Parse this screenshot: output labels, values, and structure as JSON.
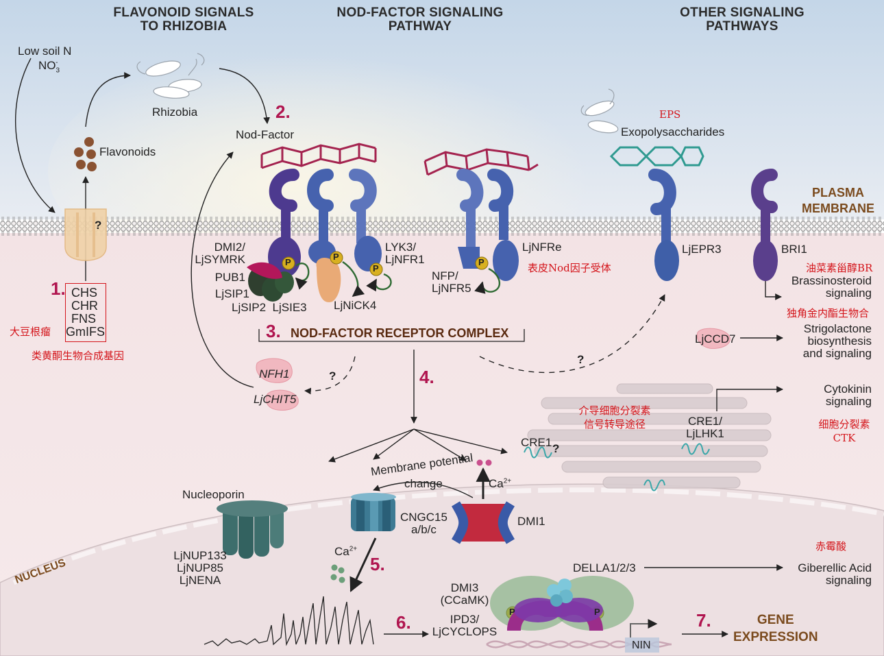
{
  "headers": {
    "flavonoid": "FLAVONOID SIGNALS\nTO RHIZOBIA",
    "nod_factor": "NOD-FACTOR SIGNALING\nPATHWAY",
    "other": "OTHER SIGNALING\nPATHWAYS"
  },
  "labels": {
    "low_soil_n": "Low soil N",
    "no3": "NO",
    "no3_sub": "3",
    "no3_sup": "-",
    "rhizobia": "Rhizobia",
    "flavonoids": "Flavonoids",
    "nod_factor": "Nod-Factor",
    "eps_zh": "EPS",
    "exopolysaccharides": "Exopolysaccharides",
    "plasma_membrane": "PLASMA\nMEMBRANE",
    "dmi2": "DMI2/\nLjSYMRK",
    "pub1": "PUB1",
    "ljsip1": "LjSIP1",
    "ljsip2_sie3": "LjSIP2  LjSIE3",
    "lyk3": "LYK3/\nLjNFR1",
    "ljnick4": "LjNiCK4",
    "nfp": "NFP/\nLjNFR5",
    "ljnfre": "LjNFRe",
    "nod_receptor_zh": "表皮Nod因子受体",
    "ljepr3": "LjEPR3",
    "bri1": "BRI1",
    "br_zh": "油菜素甾醇BR",
    "brassinosteroid": "Brassinosteroid\nsignaling",
    "strigolactone_zh": "独角金内酯生物合",
    "ljccd7": "LjCCD7",
    "strigolactone": "Strigolactone\nbiosynthesis\nand signaling",
    "soybean_zh": "大豆根瘤",
    "flavonoid_genes_zh": "类黄酮生物合成基因",
    "nod_receptor_complex": "NOD-FACTOR RECEPTOR COMPLEX",
    "nfh1": "NFH1",
    "ljchit5": "LjCHIT5",
    "cytokinin": "Cytokinin\nsignaling",
    "cytokinin_path_zh": "介导细胞分裂素\n信号转导途径",
    "cre1_ljlhk1": "CRE1/\nLjLHK1",
    "ctk_zh": "细胞分裂素\nCTK",
    "cre1": "CRE1",
    "membrane_potential": "Membrane potential",
    "change": "change",
    "ca": "Ca",
    "ca_sup": "2+",
    "nucleoporin": "Nucleoporin",
    "cngc15": "CNGC15\na/b/c",
    "dmi1": "DMI1",
    "ljnup": "LjNUP133\nLjNUP85\nLjNENA",
    "nucleus": "NUCLEUS",
    "ga_zh": "赤霉酸",
    "della": "DELLA1/2/3",
    "gibberellic": "Giberellic Acid\nsignaling",
    "dmi3": "DMI3\n(CCaMK)",
    "ipd3": "IPD3/\nLjCYCLOPS",
    "nin": "NIN",
    "gene_expression": "GENE\nEXPRESSION",
    "phospho": "P",
    "question": "?"
  },
  "flavonoid_genes": [
    "CHS",
    "CHR",
    "FNS",
    "GmIFS"
  ],
  "steps": [
    "1.",
    "2.",
    "3.",
    "4.",
    "5.",
    "6.",
    "7."
  ],
  "colors": {
    "sky": "#c9d9e9",
    "membrane_fill": "#ead3d6",
    "nucleus_fill": "#efe0e2",
    "receptor_blue": "#3f5fa8",
    "receptor_purple": "#5a3f8c",
    "nod_factor_chain": "#a4234f",
    "step_red": "#b0154f",
    "annotation_red": "#d4141a",
    "phospho_yellow": "#d8b020",
    "eps_teal": "#2f9a90"
  }
}
